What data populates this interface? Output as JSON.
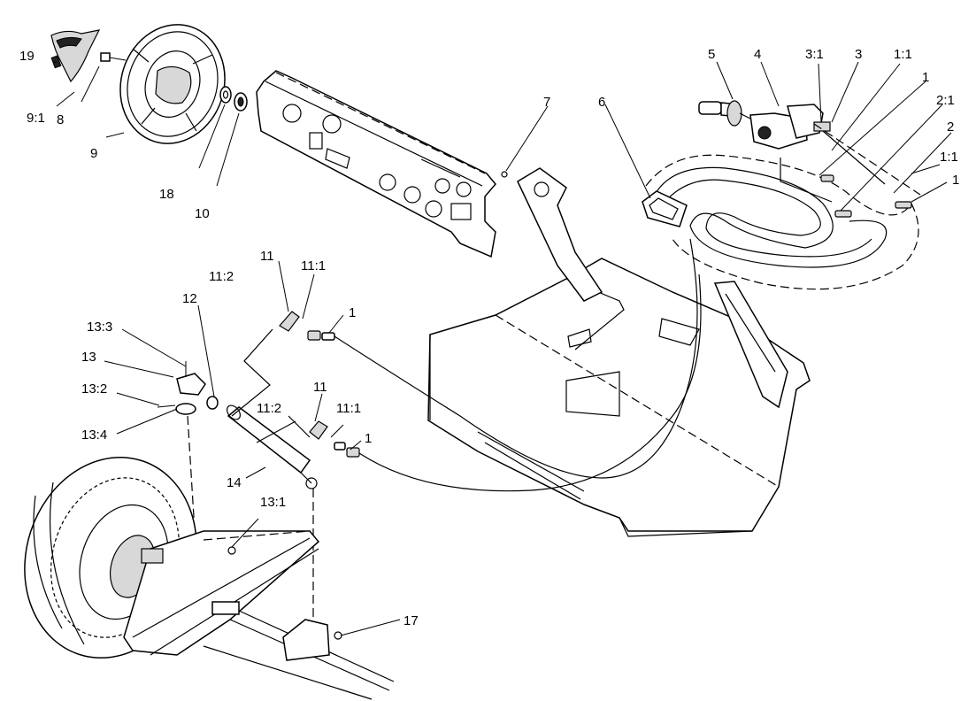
{
  "diagram": {
    "callouts": [
      {
        "id": "c19",
        "text": "19"
      },
      {
        "id": "c9_1",
        "text": "9:1"
      },
      {
        "id": "c8",
        "text": "8"
      },
      {
        "id": "c9",
        "text": "9"
      },
      {
        "id": "c18",
        "text": "18"
      },
      {
        "id": "c10",
        "text": "10"
      },
      {
        "id": "c7",
        "text": "7"
      },
      {
        "id": "c6",
        "text": "6"
      },
      {
        "id": "c5",
        "text": "5"
      },
      {
        "id": "c4",
        "text": "4"
      },
      {
        "id": "c3_1",
        "text": "3:1"
      },
      {
        "id": "c3",
        "text": "3"
      },
      {
        "id": "c1_1a",
        "text": "1:1"
      },
      {
        "id": "c1a",
        "text": "1"
      },
      {
        "id": "c2_1",
        "text": "2:1"
      },
      {
        "id": "c2",
        "text": "2"
      },
      {
        "id": "c1_1b",
        "text": "1:1"
      },
      {
        "id": "c1b",
        "text": "1"
      },
      {
        "id": "c11a",
        "text": "11"
      },
      {
        "id": "c11_2a",
        "text": "11:2"
      },
      {
        "id": "c11_1a",
        "text": "11:1"
      },
      {
        "id": "c1c",
        "text": "1"
      },
      {
        "id": "c12",
        "text": "12"
      },
      {
        "id": "c13_3",
        "text": "13:3"
      },
      {
        "id": "c13",
        "text": "13"
      },
      {
        "id": "c13_2",
        "text": "13:2"
      },
      {
        "id": "c13_4",
        "text": "13:4"
      },
      {
        "id": "c11b",
        "text": "11"
      },
      {
        "id": "c11_2b",
        "text": "11:2"
      },
      {
        "id": "c11_1b",
        "text": "11:1"
      },
      {
        "id": "c1d",
        "text": "1"
      },
      {
        "id": "c14",
        "text": "14"
      },
      {
        "id": "c13_1",
        "text": "13:1"
      },
      {
        "id": "c17",
        "text": "17"
      }
    ]
  }
}
